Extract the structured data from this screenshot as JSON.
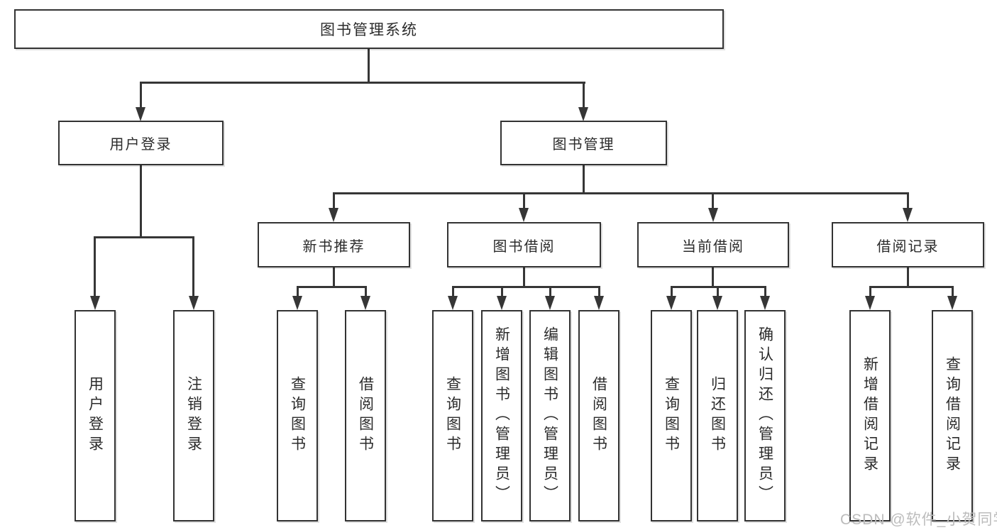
{
  "tree": {
    "label": "图书管理系统",
    "children": [
      {
        "label": "用户登录",
        "children": [
          {
            "label": "用户登录"
          },
          {
            "label": "注销登录"
          }
        ]
      },
      {
        "label": "图书管理",
        "children": [
          {
            "label": "新书推荐",
            "children": [
              {
                "label": "查询图书"
              },
              {
                "label": "借阅图书"
              }
            ]
          },
          {
            "label": "图书借阅",
            "children": [
              {
                "label": "查询图书"
              },
              {
                "label": "新增图书（管理员）"
              },
              {
                "label": "编辑图书（管理员）"
              },
              {
                "label": "借阅图书"
              }
            ]
          },
          {
            "label": "当前借阅",
            "children": [
              {
                "label": "查询图书"
              },
              {
                "label": "归还图书"
              },
              {
                "label": "确认归还（管理员）"
              }
            ]
          },
          {
            "label": "借阅记录",
            "children": [
              {
                "label": "新增借阅记录"
              },
              {
                "label": "查询借阅记录"
              }
            ]
          }
        ]
      }
    ]
  },
  "watermark": "CSDN @软件_小贺同学",
  "colors": {
    "line": "#363636",
    "box_border": "#333333",
    "box_fill": "#ffffff",
    "text": "#2b2b2b",
    "watermark": "#bcbcbc",
    "background": "#ffffff"
  }
}
